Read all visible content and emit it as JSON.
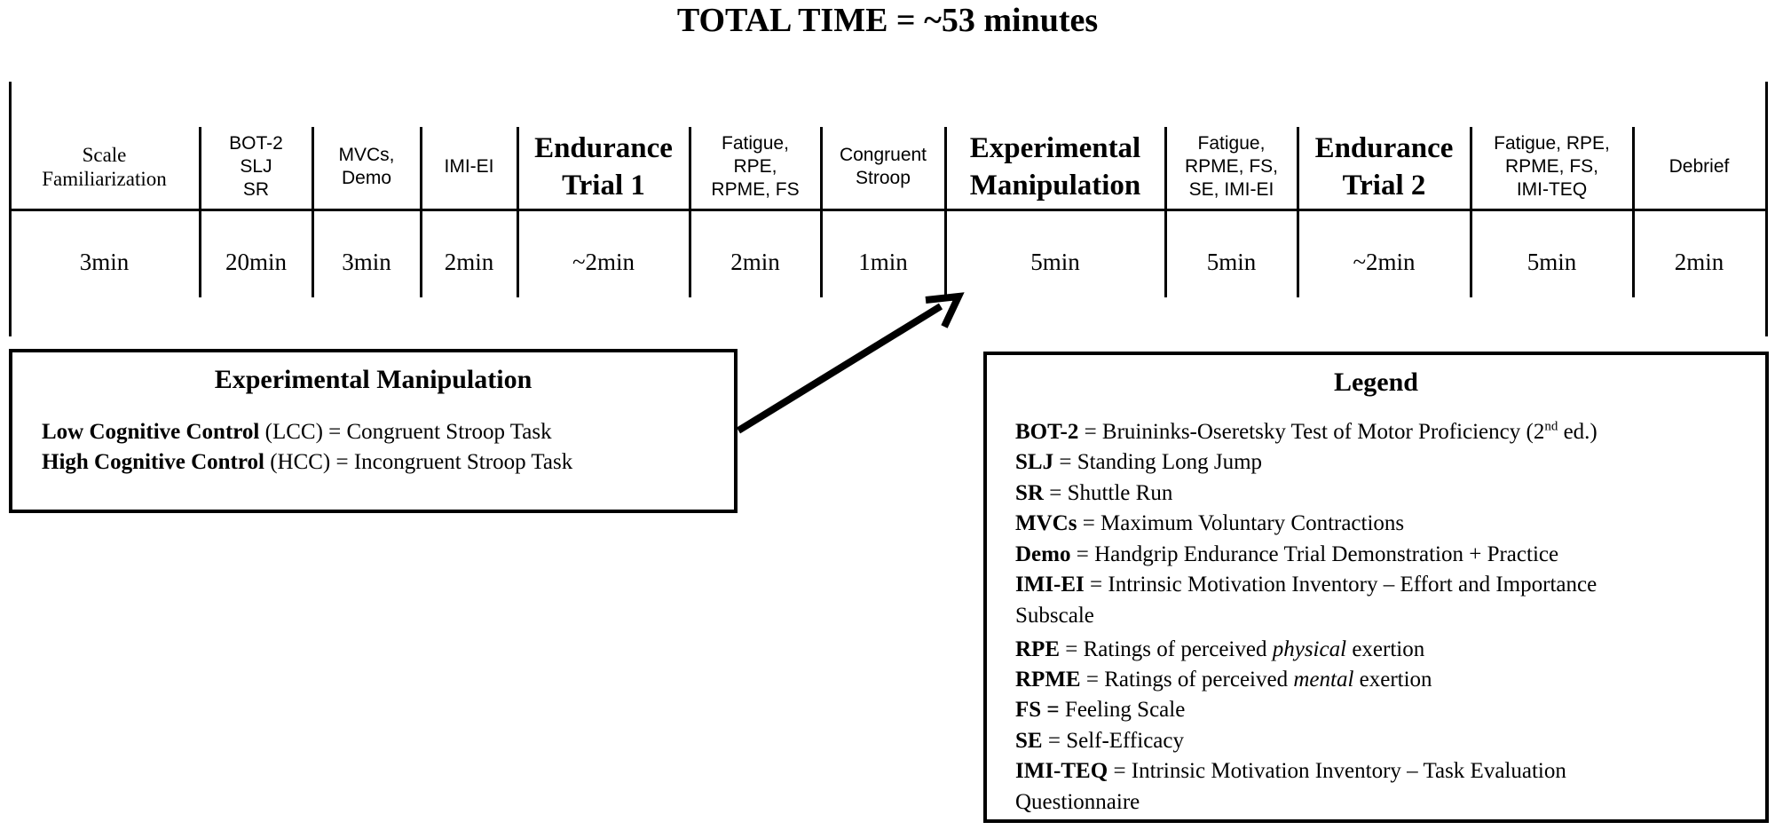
{
  "title": "TOTAL TIME = ~53 minutes",
  "timeline": [
    {
      "header": "Scale\nFamiliarization",
      "style": "serif",
      "duration": "3min"
    },
    {
      "header": "BOT-2\nSLJ\nSR",
      "style": "sans",
      "duration": "20min"
    },
    {
      "header": "MVCs,\nDemo",
      "style": "sans",
      "duration": "3min"
    },
    {
      "header": "IMI-EI",
      "style": "sans",
      "duration": "2min"
    },
    {
      "header": "Endurance\nTrial 1",
      "style": "bold",
      "duration": "~2min"
    },
    {
      "header": "Fatigue,\nRPE,\nRPME, FS",
      "style": "sans",
      "duration": "2min"
    },
    {
      "header": "Congruent\nStroop",
      "style": "sans",
      "duration": "1min"
    },
    {
      "header": "Experimental\nManipulation",
      "style": "bold",
      "duration": "5min"
    },
    {
      "header": "Fatigue,\nRPME, FS,\nSE, IMI-EI",
      "style": "sans",
      "duration": "5min"
    },
    {
      "header": "Endurance\nTrial 2",
      "style": "bold",
      "duration": "~2min"
    },
    {
      "header": "Fatigue, RPE,\nRPME, FS,\nIMI-TEQ",
      "style": "sans",
      "duration": "5min"
    },
    {
      "header": "Debrief",
      "style": "sans",
      "duration": "2min"
    }
  ],
  "manipulation": {
    "title": "Experimental  Manipulation",
    "lines": [
      {
        "term": "Low Cognitive Control",
        "rest": " (LCC) = Congruent Stroop Task"
      },
      {
        "term": "High Cognitive Control",
        "rest": " (HCC) = Incongruent Stroop Task"
      }
    ]
  },
  "legend": {
    "title": "Legend",
    "bot2": {
      "term": "BOT-2",
      "rest": " = Bruininks-Oseretsky  Test of Motor Proficiency (2",
      "sup": "nd",
      "tail": " ed.)"
    },
    "items": [
      {
        "term": "SLJ",
        "rest": " = Standing Long Jump"
      },
      {
        "term": "SR",
        "rest": " = Shuttle Run"
      },
      {
        "term": "MVCs",
        "rest": " = Maximum Voluntary Contractions"
      },
      {
        "term": "Demo",
        "rest": " = Handgrip Endurance Trial  Demonstration + Practice"
      },
      {
        "term": "IMI-EI",
        "rest": " = Intrinsic Motivation Inventory – Effort and Importance"
      },
      {
        "term": "",
        "rest": "Subscale"
      }
    ],
    "rpe": {
      "term": "RPE",
      "pre": " = Ratings of perceived ",
      "em": "physical",
      "post": " exertion"
    },
    "rpme": {
      "term": "RPME",
      "pre": " = Ratings of perceived ",
      "em": "mental",
      "post": " exertion"
    },
    "items2": [
      {
        "term": "FS =",
        "rest": " Feeling Scale"
      },
      {
        "term": "SE",
        "rest": " = Self-Efficacy"
      },
      {
        "term": "IMI-TEQ",
        "rest": " = Intrinsic Motivation Inventory – Task Evaluation"
      },
      {
        "term": "",
        "rest": "Questionnaire"
      }
    ]
  }
}
